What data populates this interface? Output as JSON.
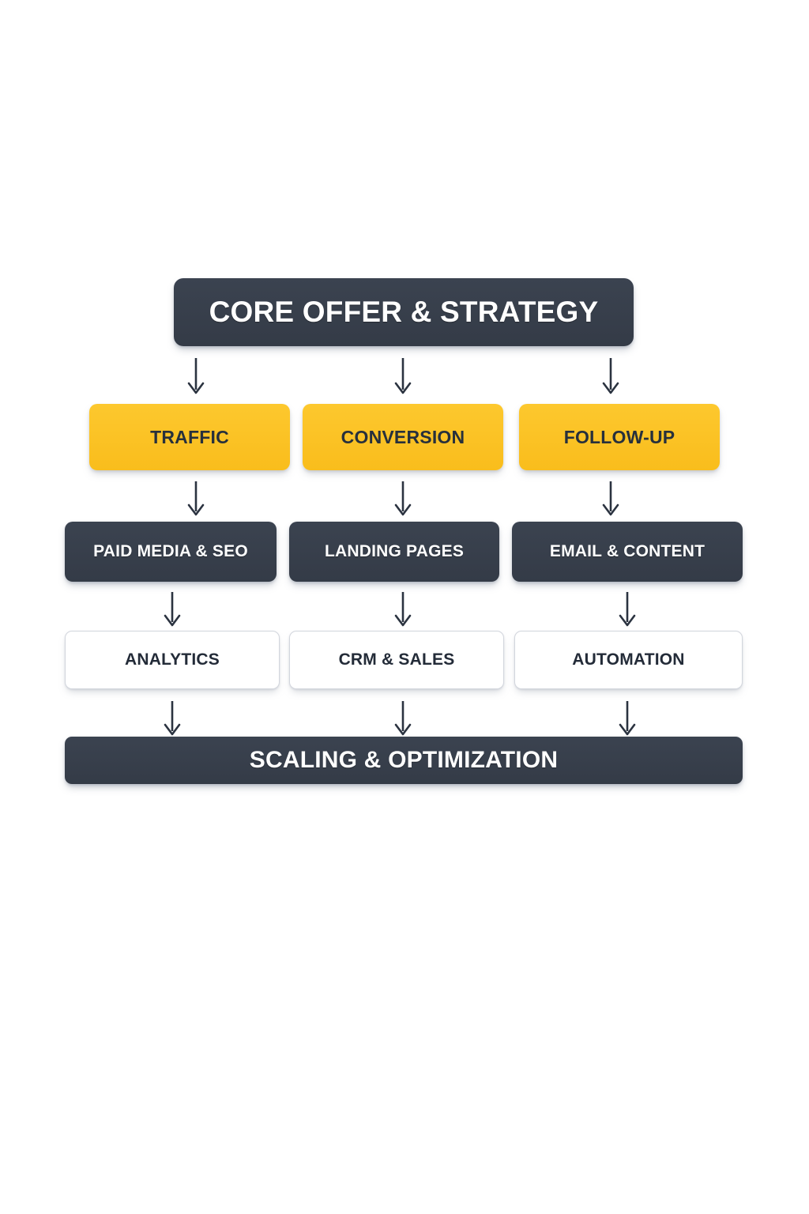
{
  "diagram": {
    "title_node": {
      "label": "CORE OFFER & STRATEGY"
    },
    "pillars": [
      {
        "label": "TRAFFIC"
      },
      {
        "label": "CONVERSION"
      },
      {
        "label": "FOLLOW-UP"
      }
    ],
    "channels": [
      {
        "label": "PAID MEDIA & SEO"
      },
      {
        "label": "LANDING PAGES"
      },
      {
        "label": "EMAIL & CONTENT"
      }
    ],
    "tools": [
      {
        "label": "ANALYTICS"
      },
      {
        "label": "CRM & SALES"
      },
      {
        "label": "AUTOMATION"
      }
    ],
    "footer_node": {
      "label": "SCALING & OPTIMIZATION"
    },
    "connectors": [
      {
        "name": "arrow-title-to-traffic"
      },
      {
        "name": "arrow-title-to-conversion"
      },
      {
        "name": "arrow-title-to-followup"
      },
      {
        "name": "arrow-traffic-to-paid-media"
      },
      {
        "name": "arrow-conversion-to-landing-pages"
      },
      {
        "name": "arrow-followup-to-email-content"
      },
      {
        "name": "arrow-paid-media-to-analytics"
      },
      {
        "name": "arrow-landing-pages-to-crm"
      },
      {
        "name": "arrow-email-content-to-automation"
      },
      {
        "name": "arrow-analytics-to-scaling"
      },
      {
        "name": "arrow-crm-to-scaling"
      },
      {
        "name": "arrow-automation-to-scaling"
      }
    ],
    "colors": {
      "background": "#ffffff",
      "dark": "#343b47",
      "accent": "#FBC02D",
      "light": "#ffffff",
      "light_border": "#d2d6dd",
      "arrow": "#2b3340",
      "dark_text": "#ffffff",
      "accent_text": "#27303c"
    }
  }
}
